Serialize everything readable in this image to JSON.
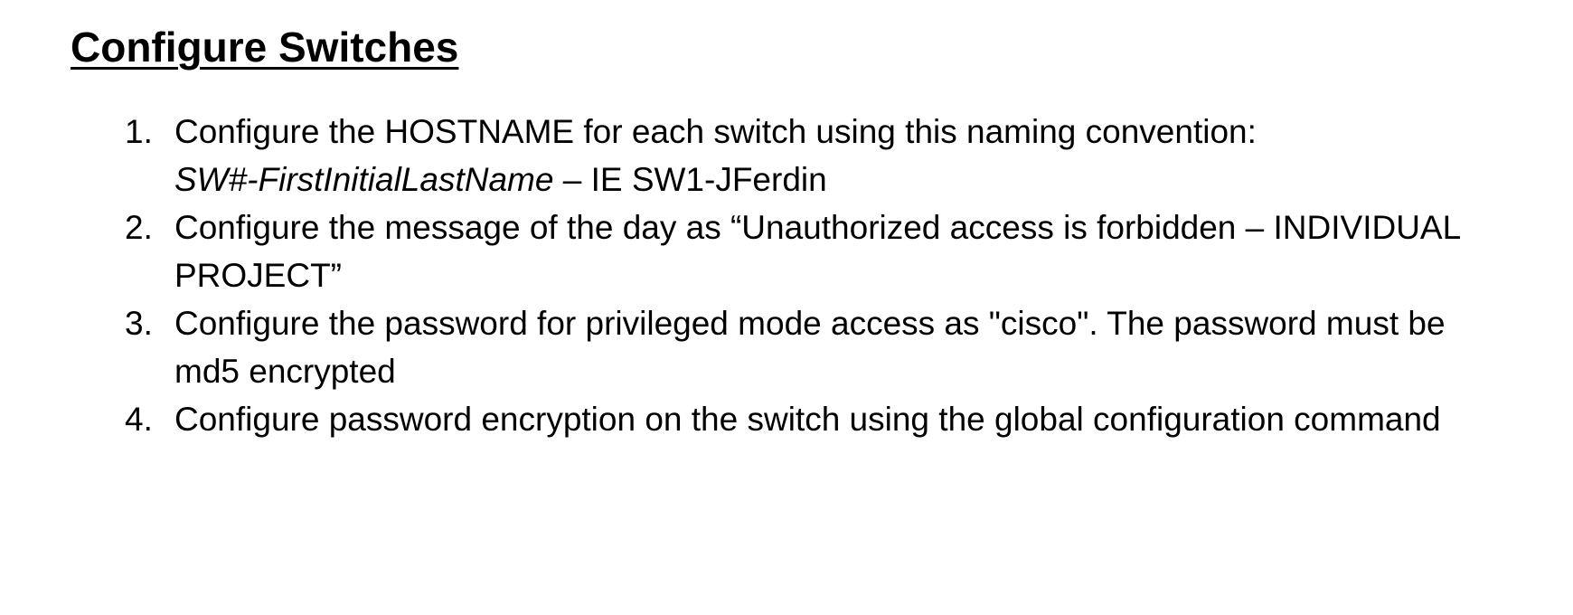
{
  "document": {
    "title": "Configure Switches",
    "colors": {
      "text": "#000000",
      "background": "#ffffff"
    },
    "items": [
      {
        "number": "1.",
        "line1": "Configure the HOSTNAME for each switch using this naming convention:",
        "line2_italic": "SW#-FirstInitialLastName",
        "line2_rest": " – IE SW1-JFerdin"
      },
      {
        "number": "2.",
        "line1": "Configure the message of the day as “Unauthorized access is forbidden – INDIVIDUAL",
        "line2": "PROJECT”"
      },
      {
        "number": "3.",
        "line1": "Configure the password for privileged mode access as \"cisco\". The password must be",
        "line2": "md5 encrypted"
      },
      {
        "number": "4.",
        "line1": "Configure password encryption on the switch using the global configuration command"
      }
    ]
  }
}
